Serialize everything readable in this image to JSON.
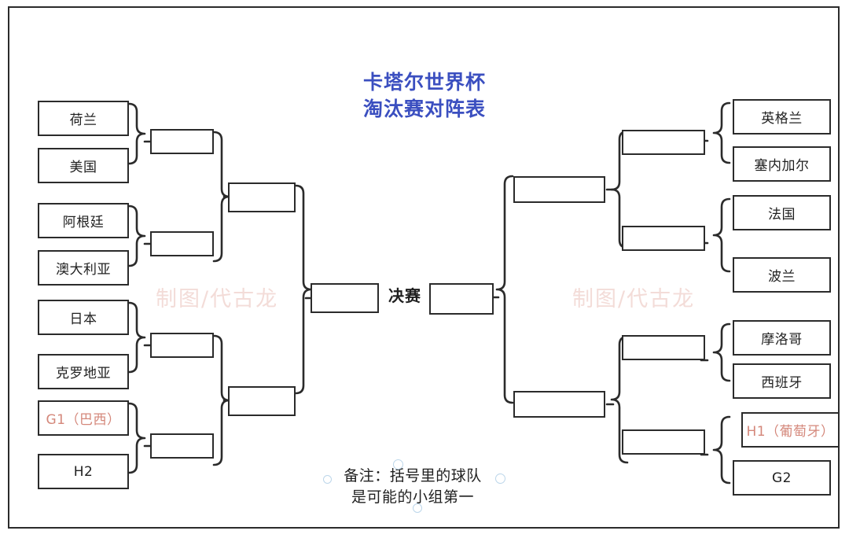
{
  "title": {
    "line1": "卡塔尔世界杯",
    "line2": "淘汰赛对阵表",
    "color": "#3b4fc0"
  },
  "final_label": "决赛",
  "note": {
    "line1": "备注：括号里的球队",
    "line2": "是可能的小组第一"
  },
  "watermark": {
    "left": "制图/代古龙",
    "right": "制图/代古龙",
    "color": "#f3dcd8"
  },
  "colors": {
    "line": "#2b2b2b",
    "accent_red": "#d4877a",
    "title_blue": "#3b4fc0",
    "deco_circle": "#bcd6ea",
    "background": "#ffffff"
  },
  "bracket": {
    "left": {
      "round16": [
        {
          "label": "荷兰",
          "red": false
        },
        {
          "label": "美国",
          "red": false
        },
        {
          "label": "阿根廷",
          "red": false
        },
        {
          "label": "澳大利亚",
          "red": false
        },
        {
          "label": "日本",
          "red": false
        },
        {
          "label": "克罗地亚",
          "red": false
        },
        {
          "label": "G1（巴西）",
          "red": true
        },
        {
          "label": "H2",
          "red": false
        }
      ],
      "quarterfinals": [
        {
          "label": ""
        },
        {
          "label": ""
        },
        {
          "label": ""
        },
        {
          "label": ""
        }
      ],
      "semifinals": [
        {
          "label": ""
        },
        {
          "label": ""
        }
      ],
      "finalist": {
        "label": ""
      }
    },
    "right": {
      "round16": [
        {
          "label": "英格兰",
          "red": false
        },
        {
          "label": "塞内加尔",
          "red": false
        },
        {
          "label": "法国",
          "red": false
        },
        {
          "label": "波兰",
          "red": false
        },
        {
          "label": "摩洛哥",
          "red": false
        },
        {
          "label": "西班牙",
          "red": false
        },
        {
          "label": "H1（葡萄牙）",
          "red": true
        },
        {
          "label": "G2",
          "red": false
        }
      ],
      "quarterfinals": [
        {
          "label": ""
        },
        {
          "label": ""
        },
        {
          "label": ""
        },
        {
          "label": ""
        }
      ],
      "semifinals": [
        {
          "label": ""
        },
        {
          "label": ""
        }
      ],
      "finalist": {
        "label": ""
      }
    }
  }
}
